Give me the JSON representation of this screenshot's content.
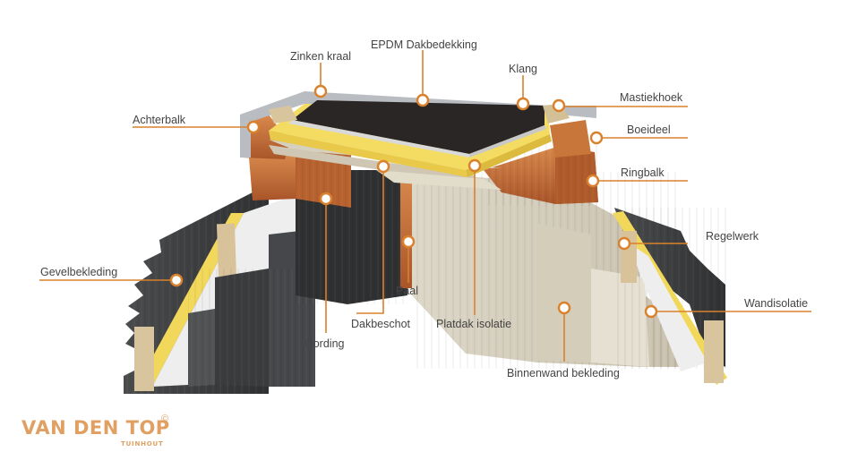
{
  "labels": {
    "epdm": "EPDM Dakbedekking",
    "zinken_kraal": "Zinken kraal",
    "klang": "Klang",
    "mastiekhoek": "Mastiekhoek",
    "achterbalk": "Achterbalk",
    "boeideel": "Boeideel",
    "ringbalk": "Ringbalk",
    "regelwerk": "Regelwerk",
    "gevelbekleding": "Gevelbekleding",
    "wandisolatie": "Wandisolatie",
    "paal": "Paal",
    "dakbeschot": "Dakbeschot",
    "platdak_isolatie": "Platdak isolatie",
    "gording": "Gording",
    "binnenwand_bekleding": "Binnenwand bekleding"
  },
  "logo": {
    "main": "VAN DEN TOP",
    "sub": "TUINHOUT",
    "mark": "©"
  },
  "colors": {
    "callout": "#d9812d",
    "roof": "#2a2626",
    "insulation": "#f4dc63",
    "timber": "#c56a2f",
    "zinc": "#b8bcc0",
    "dark_cladding": "#3c3e40",
    "light_cladding": "#d7d0bf"
  }
}
